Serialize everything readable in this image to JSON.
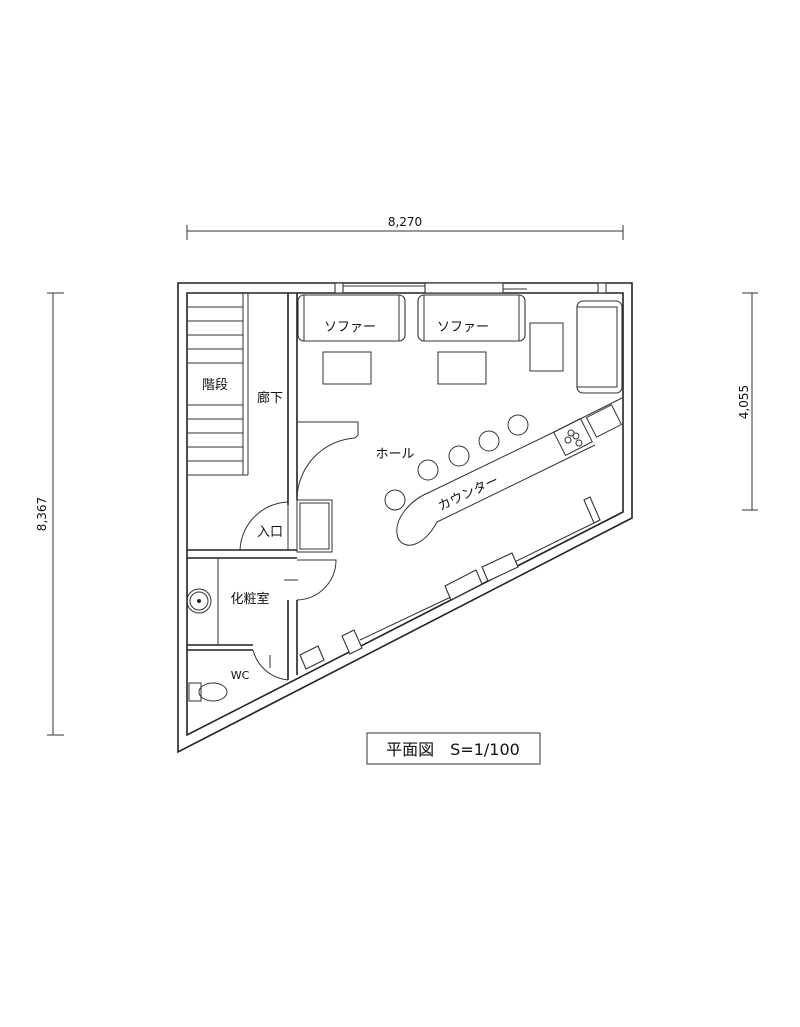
{
  "dimensions": {
    "width": "8,270",
    "height": "8,367",
    "right_side": "4,055"
  },
  "rooms": {
    "stairs": "階段",
    "corridor": "廊下",
    "hall": "ホール",
    "counter": "カウンター",
    "entrance": "入口",
    "powder_room": "化粧室",
    "wc": "WC"
  },
  "furniture": {
    "sofa_1": "ソファー",
    "sofa_2": "ソファー"
  },
  "title": "平面図　S=1/100",
  "colors": {
    "line": "#222222",
    "background": "#ffffff"
  }
}
